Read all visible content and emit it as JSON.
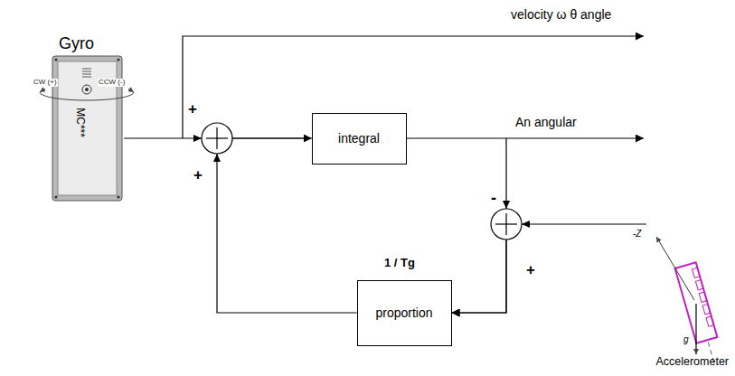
{
  "diagram": {
    "nodes": [
      {
        "text": [
          "Gyro"
        ]
      },
      {
        "text": [
          "integral"
        ]
      },
      {
        "text": [
          "proportion"
        ]
      },
      {
        "text": [
          "Accelerometer"
        ]
      }
    ],
    "edges": [
      {
        "from": 0,
        "to": 1,
        "arrow": "to"
      },
      {
        "from": 1,
        "to": 2,
        "arrow": "to"
      },
      {
        "from": 3,
        "to": 2,
        "arrow": "to"
      },
      {
        "from": 2,
        "to": 1,
        "arrow": "to"
      }
    ],
    "labels": [
      "velocity ω θ angle",
      "CW (+)",
      "CCW (-)",
      "MC***",
      "+",
      "+",
      "An angular",
      "-",
      "+",
      "1 / Tg",
      "-Z",
      "g"
    ]
  }
}
